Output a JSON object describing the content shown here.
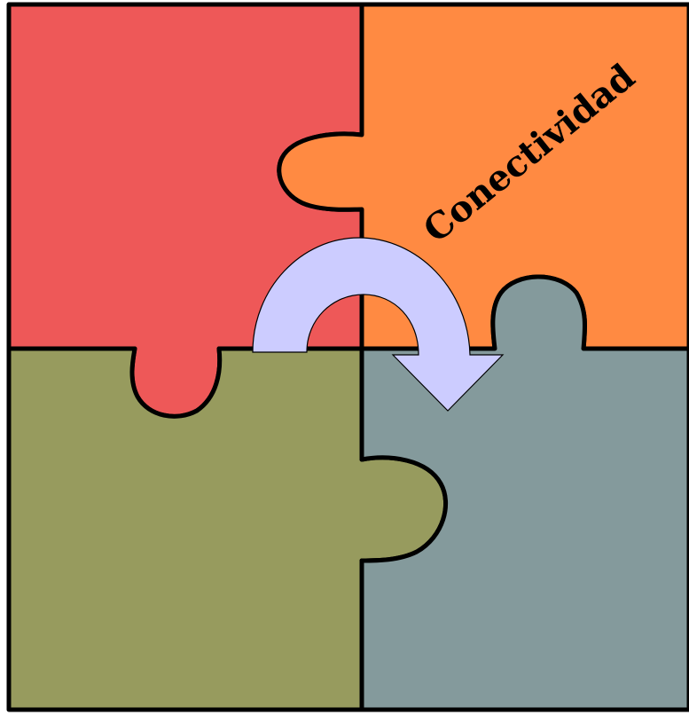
{
  "title": "Conectividad",
  "colors": {
    "red": "#EE5858",
    "orange": "#FF8A42",
    "olive": "#979B5E",
    "grey_blue": "#849A9C",
    "arrow_fill": "#CCCCFF",
    "outline": "#000000"
  },
  "pieces": [
    {
      "name": "top-left",
      "color_key": "red"
    },
    {
      "name": "top-right",
      "color_key": "orange"
    },
    {
      "name": "bottom-left",
      "color_key": "olive"
    },
    {
      "name": "bottom-right",
      "color_key": "grey_blue"
    }
  ],
  "arrow": {
    "direction": "clockwise",
    "from": "top-left",
    "to": "bottom-right"
  }
}
